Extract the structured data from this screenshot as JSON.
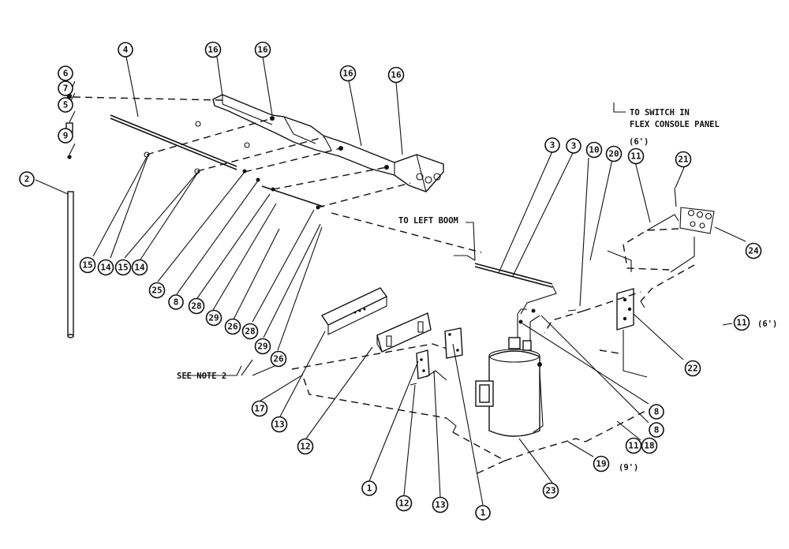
{
  "balloons": [
    {
      "id": "b6",
      "label": "6"
    },
    {
      "id": "b7",
      "label": "7"
    },
    {
      "id": "b5",
      "label": "5"
    },
    {
      "id": "b9",
      "label": "9"
    },
    {
      "id": "b2",
      "label": "2"
    },
    {
      "id": "b4",
      "label": "4"
    },
    {
      "id": "b16a",
      "label": "16"
    },
    {
      "id": "b16b",
      "label": "16"
    },
    {
      "id": "b16c",
      "label": "16"
    },
    {
      "id": "b16d",
      "label": "16"
    },
    {
      "id": "b15a",
      "label": "15"
    },
    {
      "id": "b14a",
      "label": "14"
    },
    {
      "id": "b15b",
      "label": "15"
    },
    {
      "id": "b14b",
      "label": "14"
    },
    {
      "id": "b25",
      "label": "25"
    },
    {
      "id": "b8a",
      "label": "8"
    },
    {
      "id": "b28a",
      "label": "28"
    },
    {
      "id": "b29a",
      "label": "29"
    },
    {
      "id": "b26a",
      "label": "26"
    },
    {
      "id": "b28b",
      "label": "28"
    },
    {
      "id": "b29b",
      "label": "29"
    },
    {
      "id": "b26b",
      "label": "26"
    },
    {
      "id": "b3a",
      "label": "3"
    },
    {
      "id": "b3b",
      "label": "3"
    },
    {
      "id": "b10",
      "label": "10"
    },
    {
      "id": "b20",
      "label": "20"
    },
    {
      "id": "b11a",
      "label": "11"
    },
    {
      "id": "b21",
      "label": "21"
    },
    {
      "id": "b24",
      "label": "24"
    },
    {
      "id": "b11b",
      "label": "11"
    },
    {
      "id": "b22",
      "label": "22"
    },
    {
      "id": "b8b",
      "label": "8"
    },
    {
      "id": "b8c",
      "label": "8"
    },
    {
      "id": "b11c",
      "label": "11"
    },
    {
      "id": "b18",
      "label": "18"
    },
    {
      "id": "b19",
      "label": "19"
    },
    {
      "id": "b23",
      "label": "23"
    },
    {
      "id": "b1a",
      "label": "1"
    },
    {
      "id": "b12a",
      "label": "12"
    },
    {
      "id": "b13a",
      "label": "13"
    },
    {
      "id": "b1b",
      "label": "1"
    },
    {
      "id": "b17",
      "label": "17"
    },
    {
      "id": "b13b",
      "label": "13"
    },
    {
      "id": "b12b",
      "label": "12"
    }
  ],
  "notes": {
    "to_switch_line1": "TO SWITCH IN",
    "to_switch_line2": "FLEX CONSOLE PANEL",
    "length_6ft_top": "(6')",
    "length_6ft_right": "(6')",
    "length_9ft": "(9')",
    "to_left_boom": "TO LEFT BOOM",
    "see_note_2": "SEE NOTE 2"
  }
}
